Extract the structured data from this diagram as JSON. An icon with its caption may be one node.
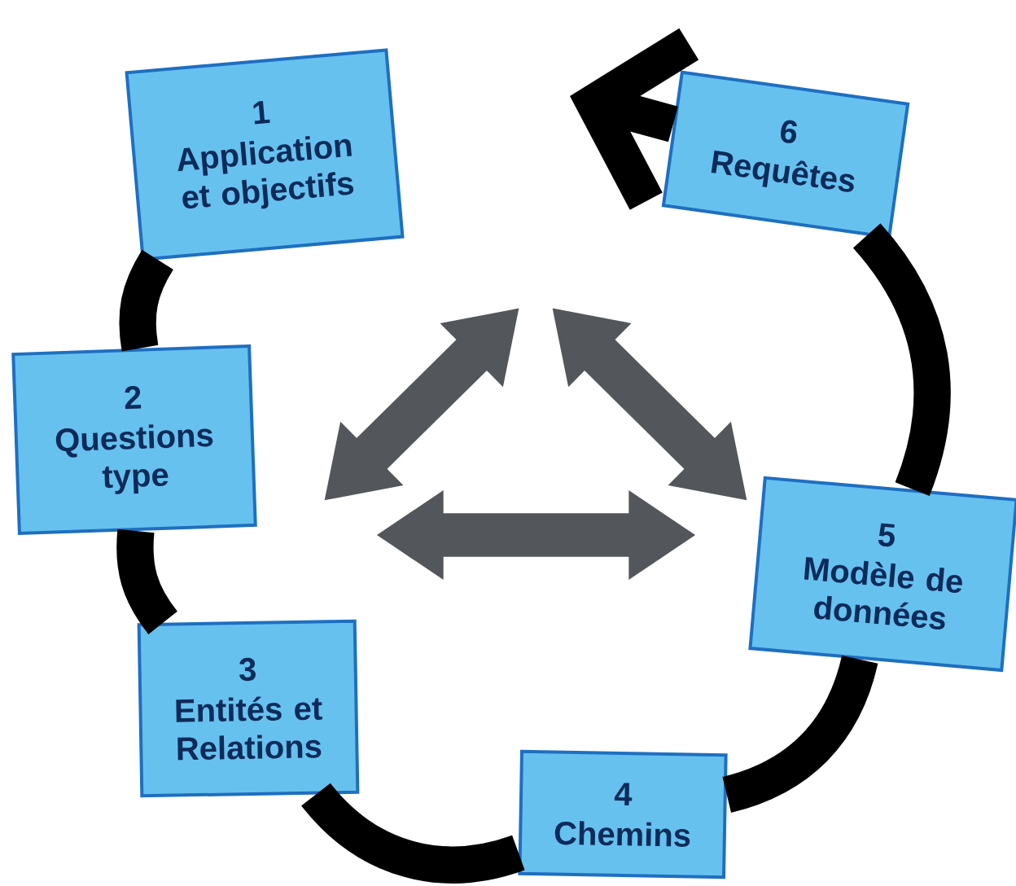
{
  "diagram": {
    "nodes": [
      {
        "text": [
          "1",
          "Application et objectifs"
        ]
      },
      {
        "text": [
          "2",
          "Questions type"
        ]
      },
      {
        "text": [
          "3",
          "Entités et Relations"
        ]
      },
      {
        "text": [
          "4",
          "Chemins"
        ]
      },
      {
        "text": [
          "5",
          "Modèle de données"
        ]
      },
      {
        "text": [
          "6",
          "Requêtes"
        ]
      }
    ],
    "edges": [
      {
        "from": 0,
        "to": 1,
        "arrow": "none"
      },
      {
        "from": 1,
        "to": 2,
        "arrow": "none"
      },
      {
        "from": 2,
        "to": 3,
        "arrow": "none"
      },
      {
        "from": 3,
        "to": 4,
        "arrow": "none"
      },
      {
        "from": 4,
        "to": 5,
        "arrow": "none"
      },
      {
        "from": 5,
        "to": null,
        "arrow": "to"
      }
    ]
  }
}
